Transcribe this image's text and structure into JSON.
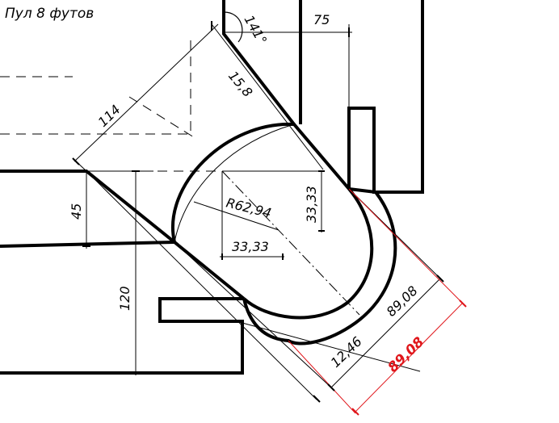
{
  "title": "Пул 8 футов",
  "colors": {
    "line": "#000000",
    "accent": "#e0161b",
    "background": "#ffffff"
  },
  "dimensions": {
    "angle": "141°",
    "d75": "75",
    "d15_8": "15,8",
    "d114": "114",
    "d45": "45",
    "d120": "120",
    "radius": "R62,94",
    "d33_33_h": "33,33",
    "d33_33_v": "33,33",
    "d89_08": "89,08",
    "d12_46": "12,46",
    "d89_08_red": "89,08"
  }
}
